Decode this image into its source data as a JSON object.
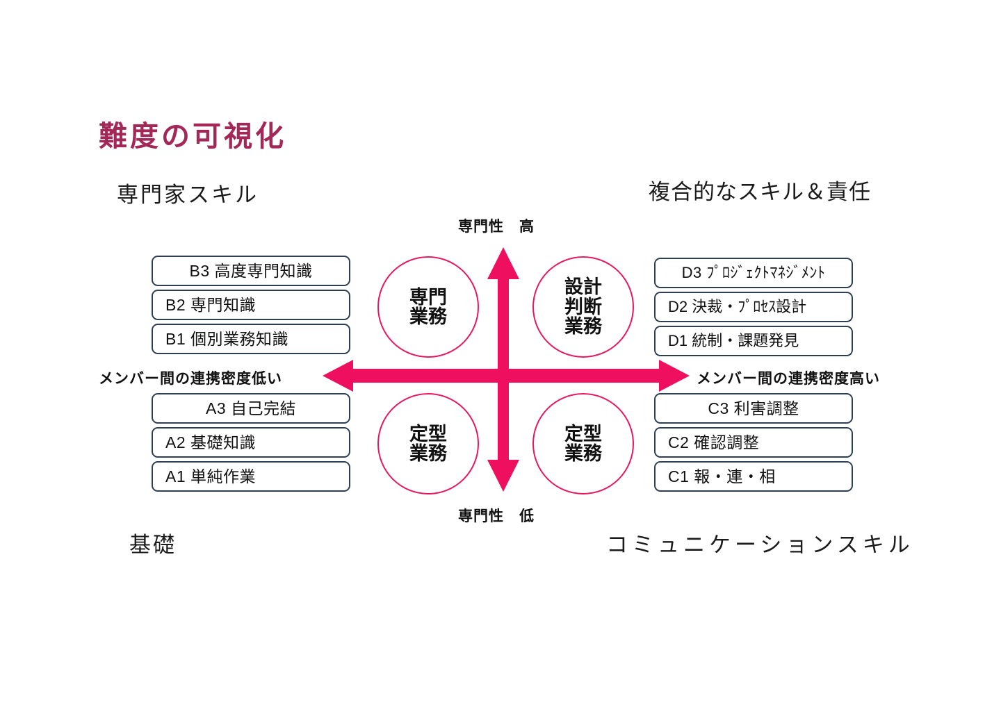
{
  "slide": {
    "title": "難度の可視化",
    "title_color": "#A32757",
    "background": "#ffffff",
    "arrow_color": "#E8185F",
    "box_border_color": "#2F3F53"
  },
  "corner_captions": {
    "top_left": "専門家スキル",
    "top_right": "複合的なスキル＆責任",
    "bottom_left": "基礎",
    "bottom_right": "コミュニケーションスキル"
  },
  "axes": {
    "vertical_top": "専門性　高",
    "vertical_bottom": "専門性　低",
    "horizontal_left": "メンバー間の連携密度低い",
    "horizontal_right": "メンバー間の連携密度高い"
  },
  "quadrants": [
    {
      "id": "top-left",
      "label": "専門\n業務"
    },
    {
      "id": "top-right",
      "label": "設計\n判断\n業務"
    },
    {
      "id": "bottom-left",
      "label": "定型\n業務"
    },
    {
      "id": "bottom-right",
      "label": "定型\n業務"
    }
  ],
  "groups": {
    "b": {
      "id": "B",
      "items": [
        {
          "code": "B3",
          "label": "B3 高度専門知識"
        },
        {
          "code": "B2",
          "label": "B2 専門知識"
        },
        {
          "code": "B1",
          "label": "B1 個別業務知識"
        }
      ]
    },
    "a": {
      "id": "A",
      "items": [
        {
          "code": "A3",
          "label": "A3 自己完結"
        },
        {
          "code": "A2",
          "label": "A2 基礎知識"
        },
        {
          "code": "A1",
          "label": "A1 単純作業"
        }
      ]
    },
    "d": {
      "id": "D",
      "items": [
        {
          "code": "D3",
          "label": "D3 ﾌﾟﾛｼﾞｪｸﾄﾏﾈｼﾞﾒﾝﾄ"
        },
        {
          "code": "D2",
          "label": "D2 決裁・ﾌﾟﾛｾｽ設計"
        },
        {
          "code": "D1",
          "label": "D1 統制・課題発見"
        }
      ]
    },
    "c": {
      "id": "C",
      "items": [
        {
          "code": "C3",
          "label": "C3 利害調整"
        },
        {
          "code": "C2",
          "label": "C2 確認調整"
        },
        {
          "code": "C1",
          "label": "C1 報・連・相"
        }
      ]
    }
  }
}
